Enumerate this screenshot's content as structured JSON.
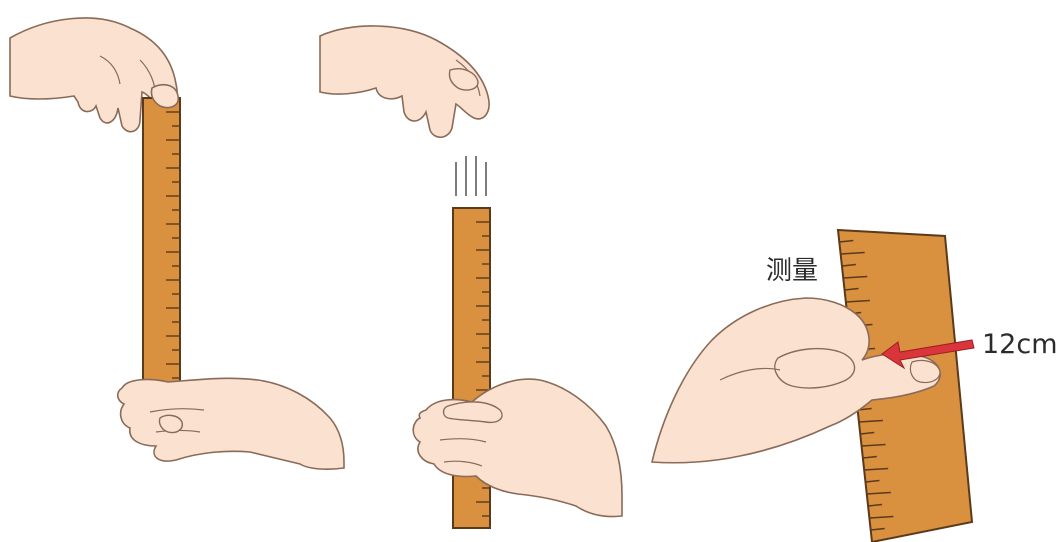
{
  "annotations": {
    "measure_label": "测量",
    "length_label": "12cm"
  },
  "colors": {
    "ruler_fill": "#d9903f",
    "ruler_stroke": "#5a3a1a",
    "tick": "#5a3a1a",
    "skin": "#fbe1cf",
    "skin_stroke": "#8a6a58",
    "arrow": "#d8363a",
    "motion_lines": "#444444"
  },
  "icons": {
    "panel_1": [
      "hand-holding-ruler-top",
      "hand-open-waiting-bottom"
    ],
    "panel_2": [
      "hand-released-top",
      "falling-ruler-motion-lines",
      "hand-catching-ruler"
    ],
    "panel_3": [
      "hand-pinching-ruler-closeup",
      "measurement-arrow"
    ]
  }
}
